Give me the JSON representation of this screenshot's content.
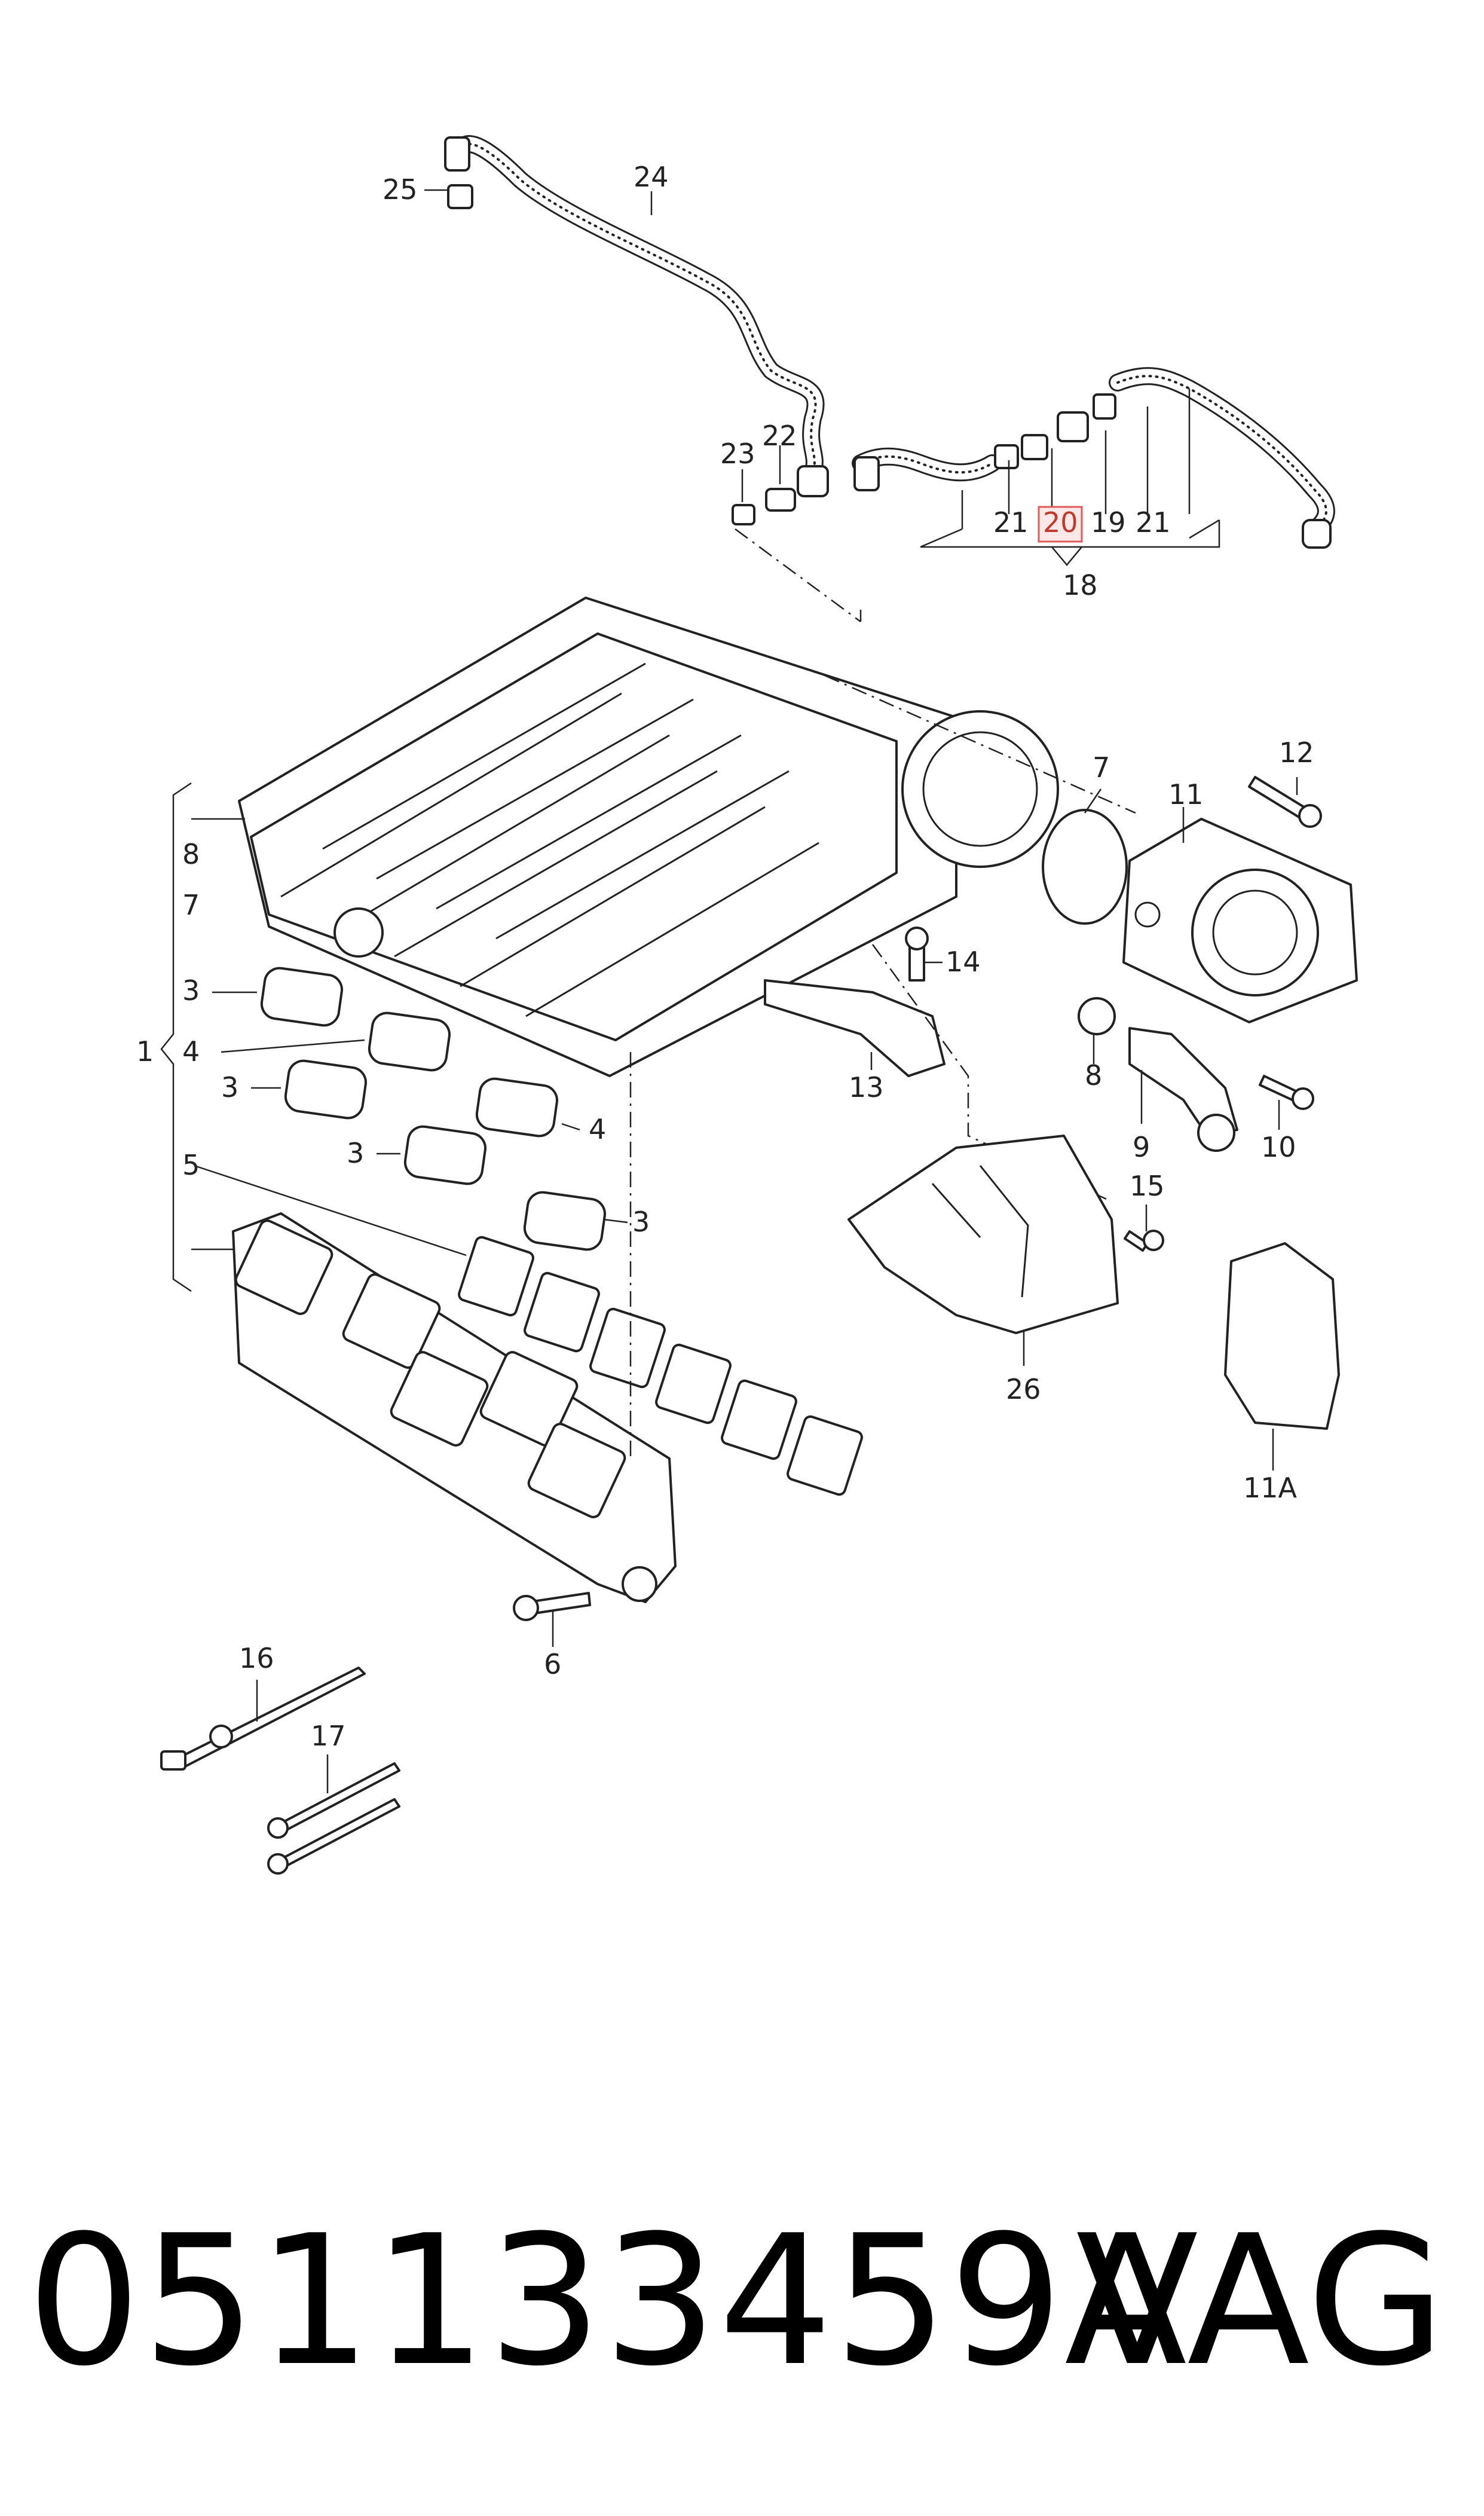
{
  "callouts": {
    "c1": "1",
    "c3a": "3",
    "c3b": "3",
    "c3c": "3",
    "c3d": "3",
    "c4a": "4",
    "c4b": "4",
    "c5": "5",
    "c6": "6",
    "c7a": "7",
    "c7b": "7",
    "c8a": "8",
    "c8b": "8",
    "c9": "9",
    "c10": "10",
    "c11": "11",
    "c11A": "11A",
    "c12": "12",
    "c13": "13",
    "c14": "14",
    "c15": "15",
    "c16": "16",
    "c17": "17",
    "c18": "18",
    "c19": "19",
    "c20": "20",
    "c21a": "21",
    "c21b": "21",
    "c22": "22",
    "c23": "23",
    "c24": "24",
    "c25": "25",
    "c26": "26"
  },
  "highlight": {
    "callout": "20",
    "color": "#e05a5a"
  },
  "footer": {
    "part_number": "051133459A",
    "brand": "VAG"
  }
}
